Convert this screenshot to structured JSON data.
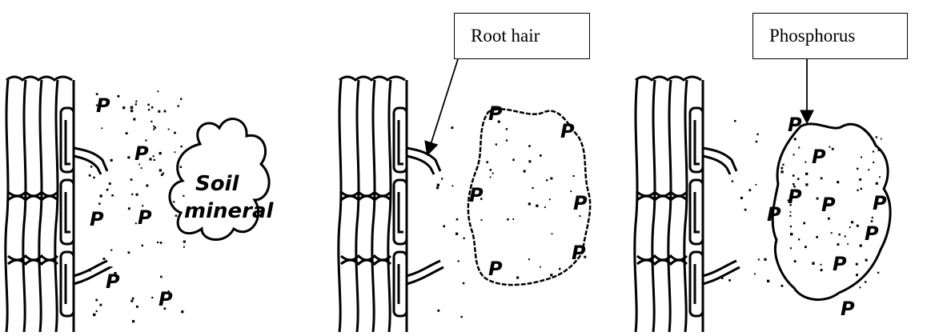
{
  "callouts": {
    "root_hair": "Root hair",
    "phosphorus": "Phosphorus"
  },
  "mineral_label": {
    "line1": "Soil",
    "line2": "mineral"
  },
  "p_symbol": "P"
}
